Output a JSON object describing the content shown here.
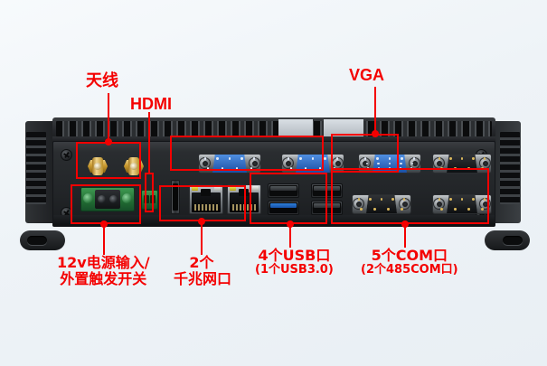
{
  "image": {
    "subject": "industrial-mini-pc-io-panel",
    "background_color": "#eef3f7",
    "annotation_color": "#f40000"
  },
  "annotations": [
    {
      "id": "antenna",
      "line1": "天线",
      "line2": "",
      "target": "sma-antenna-connectors",
      "count": 2
    },
    {
      "id": "hdmi",
      "line1": "HDMI",
      "line2": "",
      "target": "hdmi-port",
      "count": 1
    },
    {
      "id": "vga",
      "line1": "VGA",
      "line2": "",
      "target": "vga-port",
      "count": 1
    },
    {
      "id": "power",
      "line1": "12v电源输入/",
      "line2": "外置触发开关",
      "target": "power-terminal-block",
      "count": 1
    },
    {
      "id": "lan",
      "line1": "2个",
      "line2": "千兆网口",
      "target": "rj45-gigabit-ports",
      "count": 2
    },
    {
      "id": "usb",
      "line1": "4个USB口",
      "line2": "(1个USB3.0)",
      "target": "usb-ports",
      "count": 4
    },
    {
      "id": "com",
      "line1": "5个COM口",
      "line2": "(2个485COM口)",
      "target": "com-serial-ports",
      "count": 5
    }
  ],
  "device": {
    "chassis_color": "#23262a",
    "ports": {
      "sma_antenna": 2,
      "hdmi": 1,
      "power_terminal": 1,
      "trigger_terminal": 1,
      "rj45": 2,
      "usb2": 3,
      "usb3": 1,
      "db9_blue_485": 2,
      "db9_black_com": 3,
      "vga": 1
    },
    "led_colors": {
      "link": "#f6ef64",
      "activity": "#f2f4f0"
    },
    "usb3_color": "#2f7fd8",
    "serial_485_color": "#2f6fc6",
    "vga_color": "#2f6fc6",
    "terminal_block_color": "#2a7a3c"
  }
}
